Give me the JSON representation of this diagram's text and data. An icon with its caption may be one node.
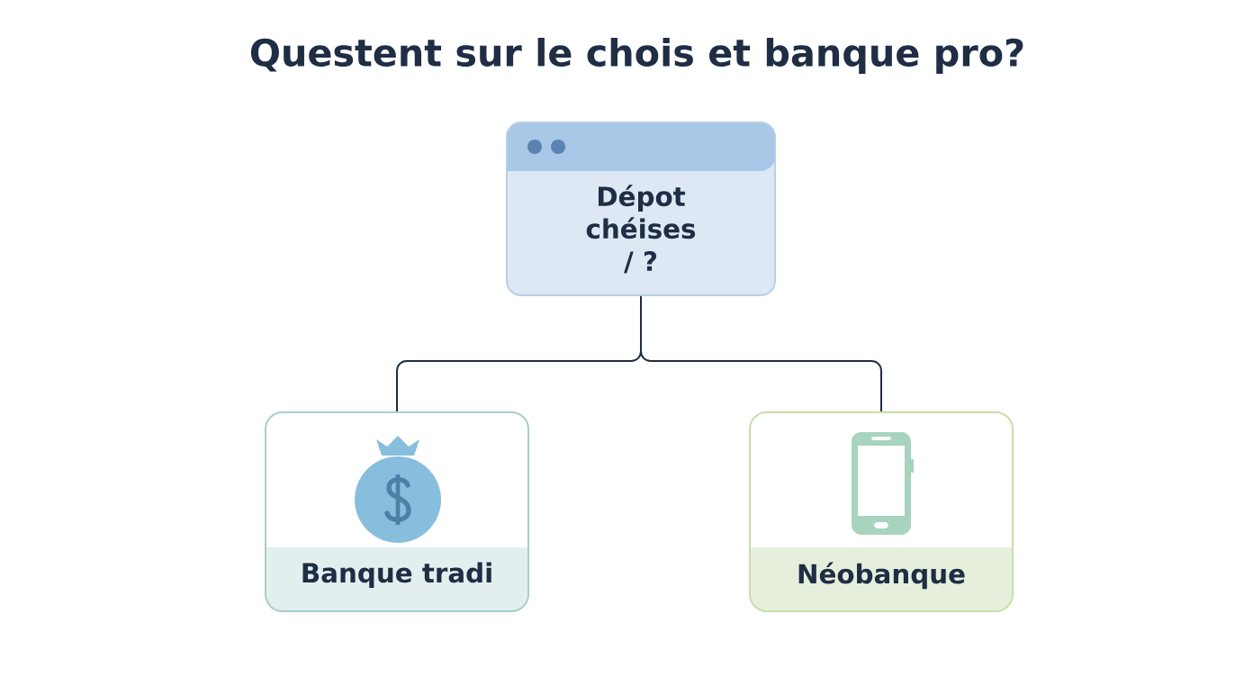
{
  "diagram": {
    "title": "Questent sur le chois et banque pro?",
    "nodes": [
      {
        "text": [
          "Dépot chéises / ?"
        ]
      },
      {
        "text": [
          "Banque tradi"
        ]
      },
      {
        "text": [
          "Néobanque"
        ]
      }
    ],
    "edges": [
      {
        "from": 0,
        "to": 1,
        "arrow": "none"
      },
      {
        "from": 0,
        "to": 2,
        "arrow": "none"
      }
    ]
  }
}
